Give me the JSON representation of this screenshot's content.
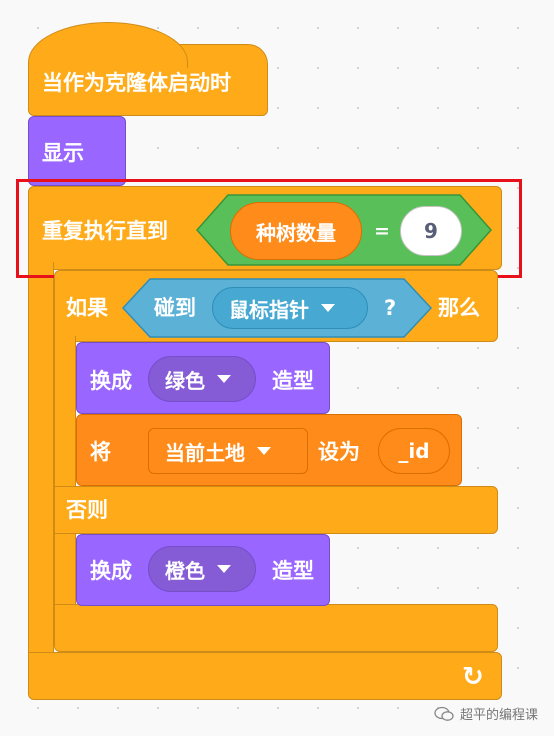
{
  "hat": {
    "label": "当作为克隆体启动时"
  },
  "show": {
    "label": "显示"
  },
  "repeat_until": {
    "label": "重复执行直到",
    "reporter": "种树数量",
    "operator": "=",
    "value": "9"
  },
  "if_else": {
    "if_label": "如果",
    "touching_label": "碰到",
    "touching_target": "鼠标指针",
    "question_mark": "?",
    "then_label": "那么",
    "else_label": "否则"
  },
  "switch_costume_1": {
    "prefix": "换成",
    "costume": "绿色",
    "suffix": "造型"
  },
  "set_variable": {
    "prefix": "将",
    "variable": "当前土地",
    "middle": "设为",
    "value": "_id"
  },
  "switch_costume_2": {
    "prefix": "换成",
    "costume": "橙色",
    "suffix": "造型"
  },
  "loop_arrow": "↻",
  "watermark": {
    "text": "超平的编程课"
  },
  "colors": {
    "events": "#ffab19",
    "looks": "#9966ff",
    "control": "#ffab19",
    "operators": "#59c059",
    "sensing": "#5cb1d6",
    "variables": "#ff8c1a",
    "highlight": "#e8101a"
  }
}
